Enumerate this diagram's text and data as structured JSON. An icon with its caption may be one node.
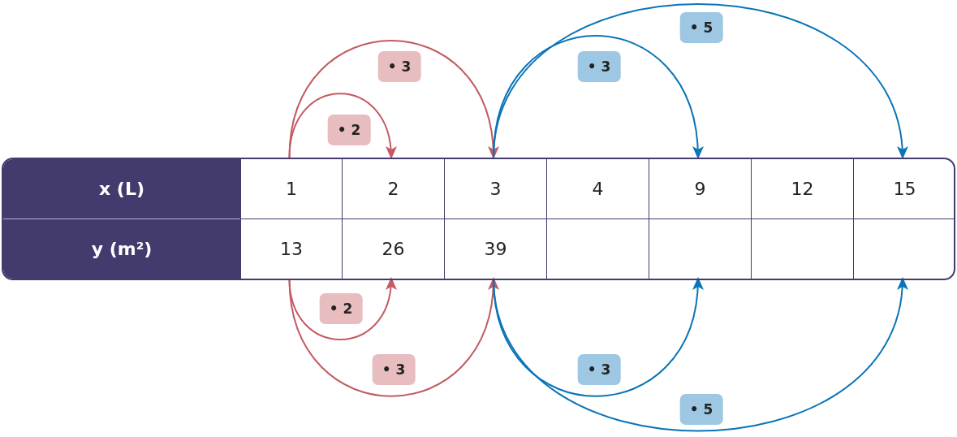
{
  "diagram": {
    "nodes": [
      {
        "text": [
          "x (L)"
        ]
      },
      {
        "text": [
          "1"
        ]
      },
      {
        "text": [
          "2"
        ]
      },
      {
        "text": [
          "3"
        ]
      },
      {
        "text": [
          "4"
        ]
      },
      {
        "text": [
          "9"
        ]
      },
      {
        "text": [
          "12"
        ]
      },
      {
        "text": [
          "15"
        ]
      },
      {
        "text": [
          "y (m²)"
        ]
      },
      {
        "text": [
          "13"
        ]
      },
      {
        "text": [
          "26"
        ]
      },
      {
        "text": [
          "39"
        ]
      },
      {
        "text": [],
        "shape": "box"
      },
      {
        "text": [],
        "shape": "box"
      },
      {
        "text": [],
        "shape": "box"
      },
      {
        "text": [],
        "shape": "box"
      }
    ],
    "edges": [
      {
        "from": 1,
        "to": 2,
        "arrow": "to",
        "label": "• 2",
        "color": "#c45a62"
      },
      {
        "from": 1,
        "to": 3,
        "arrow": "to",
        "label": "• 3",
        "color": "#c45a62"
      },
      {
        "from": 3,
        "to": 5,
        "arrow": "to",
        "label": "• 3",
        "color": "#0a74b8"
      },
      {
        "from": 3,
        "to": 7,
        "arrow": "to",
        "label": "• 5",
        "color": "#0a74b8"
      },
      {
        "from": 9,
        "to": 10,
        "arrow": "to",
        "label": "• 2",
        "color": "#c45a62"
      },
      {
        "from": 9,
        "to": 11,
        "arrow": "to",
        "label": "• 3",
        "color": "#c45a62"
      },
      {
        "from": 11,
        "to": 13,
        "arrow": "to",
        "label": "• 3",
        "color": "#0a74b8"
      },
      {
        "from": 11,
        "to": 15,
        "arrow": "to",
        "label": "• 5",
        "color": "#0a74b8"
      }
    ]
  }
}
